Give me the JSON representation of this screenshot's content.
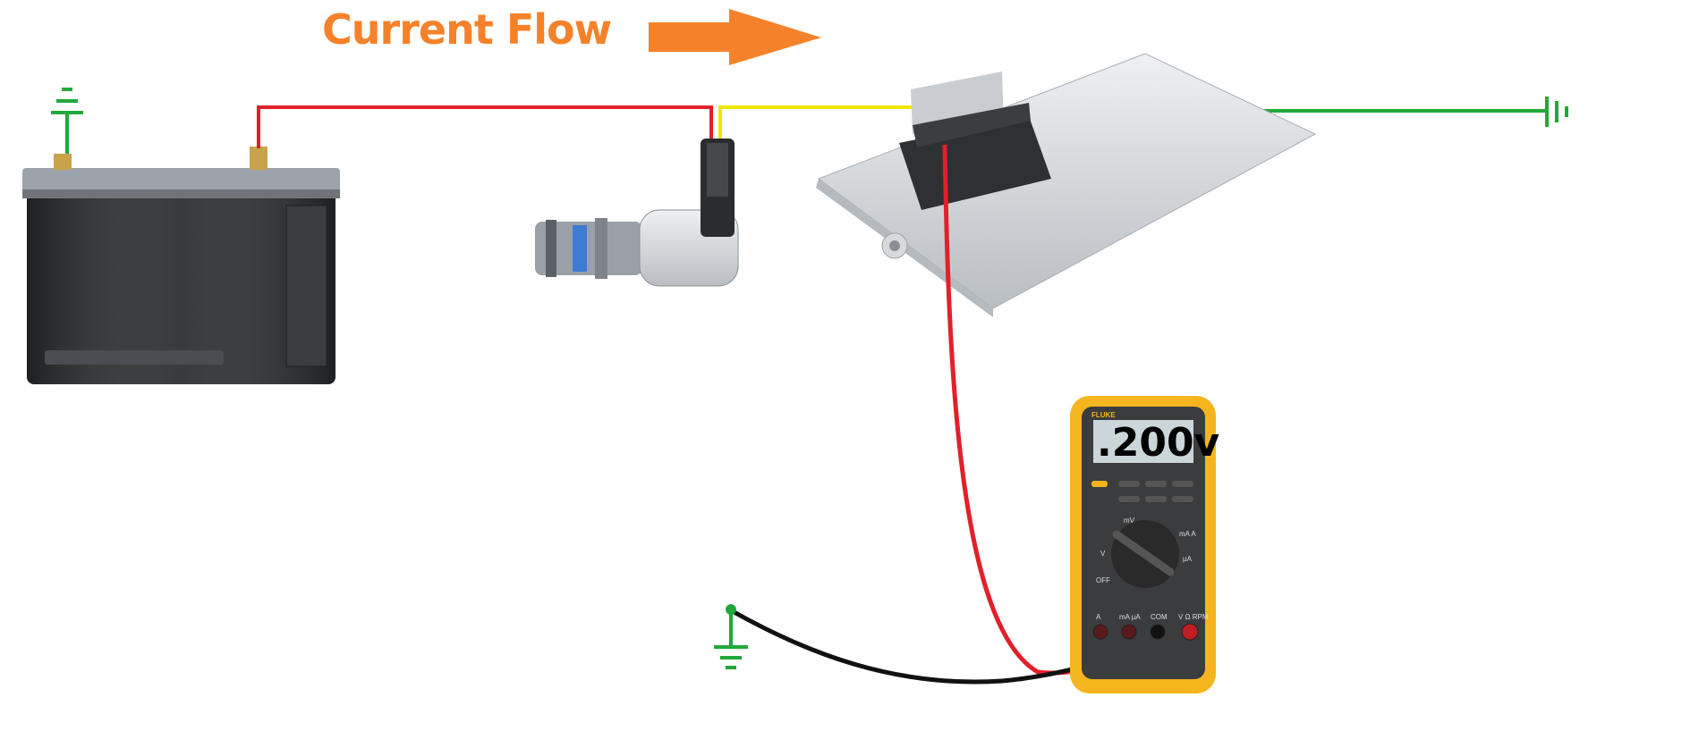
{
  "title": "Current Flow",
  "colors": {
    "title": "#f5822a",
    "battery_wire": "#e3202a",
    "signal_wire": "#f2e600",
    "ground_wire": "#22a83a",
    "probe_red": "#e3202a",
    "probe_black": "#111111",
    "meter_body": "#f4b51e"
  },
  "components": {
    "battery": {
      "icon": "car-battery"
    },
    "solenoid": {
      "icon": "transmission-solenoid"
    },
    "ecu": {
      "icon": "control-module"
    },
    "ground_symbols": [
      "battery-ground",
      "ecu-ground",
      "meter-ground"
    ]
  },
  "meter": {
    "brand": "FLUKE",
    "reading": ".200v",
    "dial_labels": {
      "off": "OFF",
      "mv": "mV",
      "v": "V",
      "ma": "mA A",
      "ua": "µA"
    },
    "jacks": [
      "A",
      "mA µA",
      "COM",
      "V Ω RPM"
    ]
  }
}
